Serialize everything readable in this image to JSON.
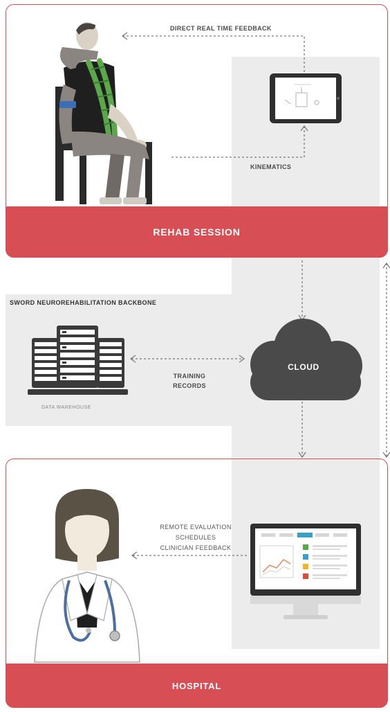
{
  "sections": {
    "rehab": {
      "banner_label": "REHAB SESSION"
    },
    "hospital": {
      "banner_label": "HOSPITAL"
    }
  },
  "flows": {
    "direct_feedback_label": "DIRECT REAL TIME FEEDBACK",
    "kinematics_label": "KINEMATICS",
    "training_records_line1": "TRAINING",
    "training_records_line2": "RECORDS",
    "remote_line1": "REMOTE EVALUATION",
    "remote_line2": "SCHEDULES",
    "remote_line3": "CLINICIAN FEEDBACK"
  },
  "backbone": {
    "title": "SWORD NEUROREHABILITATION BACKBONE",
    "warehouse_label": "DATA WAREHOUSE"
  },
  "cloud": {
    "label": "CLOUD"
  },
  "colors": {
    "accent_red": "#d84e55",
    "gray_panel": "#ececec",
    "cloud_dark": "#4a4a4a",
    "sensor_green": "#5aa84a",
    "strap_blue": "#3b6fb5"
  },
  "icons": [
    "tablet-icon",
    "server-rack-icon",
    "cloud-icon",
    "monitor-icon",
    "patient-figure",
    "clinician-figure"
  ]
}
